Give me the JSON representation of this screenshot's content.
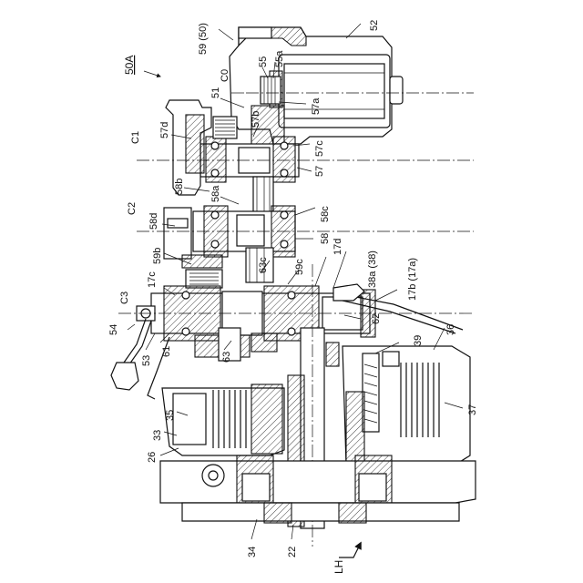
{
  "labels": {
    "ref_50A": "50A",
    "ref_59_50": "59 (50)",
    "ref_52": "52",
    "ref_55": "55",
    "ref_55a": "55a",
    "ref_C0": "C0",
    "ref_51": "51",
    "ref_57a": "57a",
    "ref_57b": "57b",
    "ref_57c": "57c",
    "ref_57d": "57d",
    "ref_57": "57",
    "ref_C1": "C1",
    "ref_58b": "58b",
    "ref_58a": "58a",
    "ref_58c": "58c",
    "ref_58d": "58d",
    "ref_58": "58",
    "ref_C2": "C2",
    "ref_59b": "59b",
    "ref_63c": "63c",
    "ref_59c": "59c",
    "ref_17d": "17d",
    "ref_38a_38": "38a (38)",
    "ref_17b_17a": "17b (17a)",
    "ref_17c": "17c",
    "ref_C3": "C3",
    "ref_54": "54",
    "ref_53": "53",
    "ref_61": "61",
    "ref_63": "63",
    "ref_62": "62",
    "ref_39": "39",
    "ref_36": "36",
    "ref_35": "35",
    "ref_33": "33",
    "ref_37": "37",
    "ref_26": "26",
    "ref_34": "34",
    "ref_22": "22",
    "ref_LH": "LH"
  },
  "colors": {
    "line": "#111111",
    "background": "#ffffff"
  }
}
